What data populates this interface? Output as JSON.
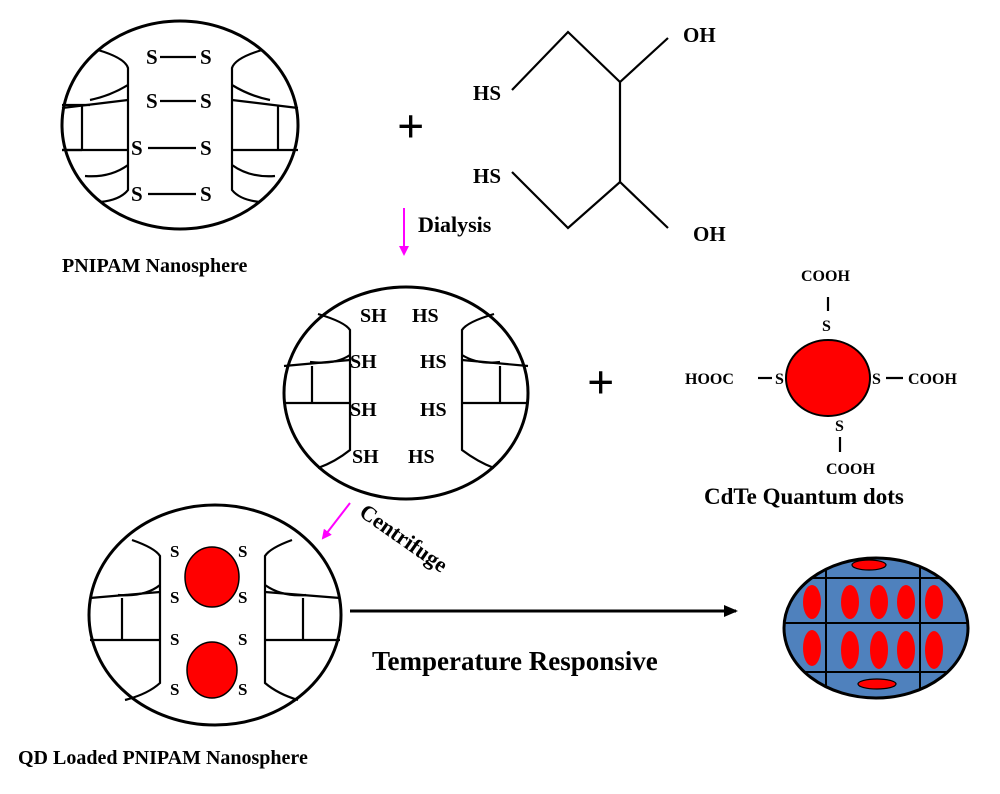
{
  "labels": {
    "pnipam_nanosphere": "PNIPAM Nanosphere",
    "qd_loaded": "QD Loaded PNIPAM Nanosphere",
    "cdte": "CdTe Quantum dots",
    "temperature_responsive": "Temperature Responsive",
    "dialysis": "Dialysis",
    "centrifuge": "Centrifuge",
    "plus": "+"
  },
  "chem": {
    "s": "S",
    "sh": "SH",
    "hs": "HS",
    "oh": "OH",
    "cooh": "COOH",
    "hooc": "HOOC"
  },
  "colors": {
    "quantum_dot": "#ff0000",
    "arrow": "#ff00ff",
    "collapsed_sphere": "#4f81bd",
    "line": "#000000"
  }
}
